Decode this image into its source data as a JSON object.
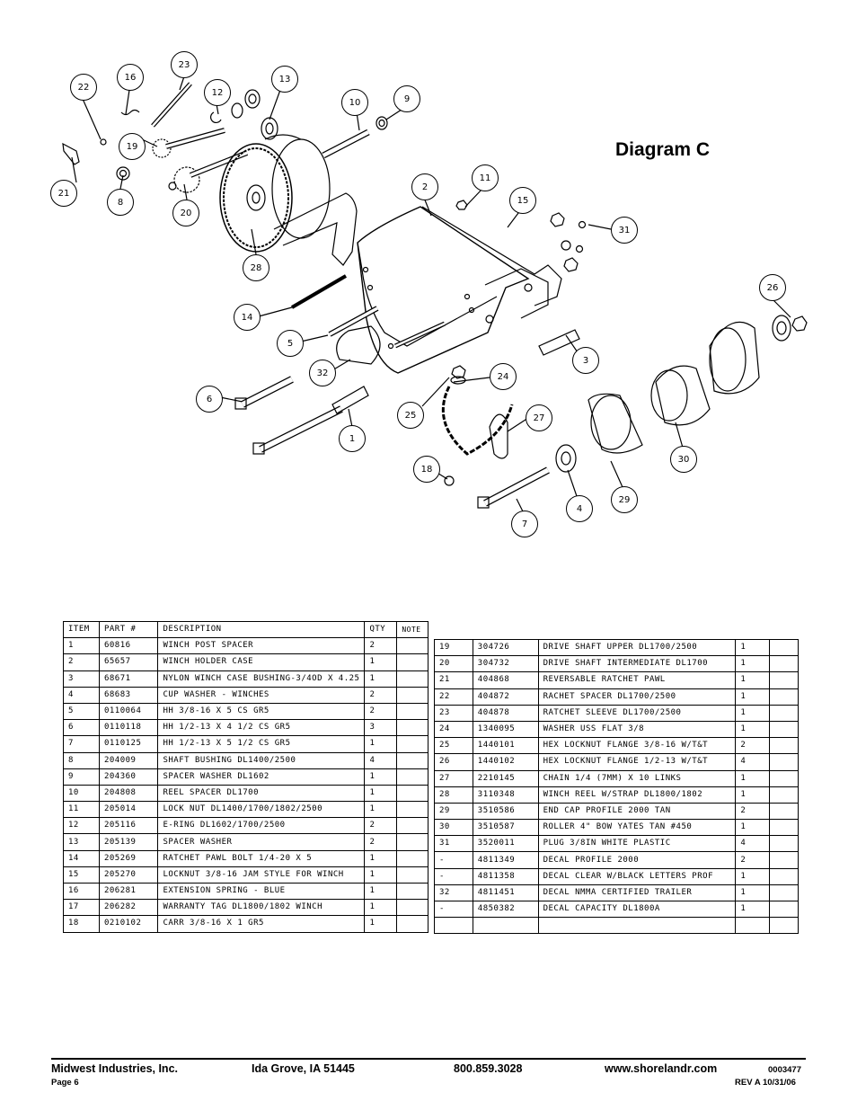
{
  "diagram": {
    "title": "Diagram C",
    "callouts": [
      "22",
      "16",
      "23",
      "12",
      "13",
      "10",
      "9",
      "19",
      "21",
      "8",
      "20",
      "28",
      "2",
      "11",
      "15",
      "31",
      "14",
      "5",
      "32",
      "6",
      "24",
      "25",
      "27",
      "1",
      "18",
      "3",
      "26",
      "30",
      "29",
      "4",
      "7"
    ]
  },
  "table_left": {
    "headers": [
      "ITEM",
      "PART #",
      "DESCRIPTION",
      "QTY",
      "NOTE"
    ],
    "rows": [
      [
        "1",
        "60816",
        "WINCH POST SPACER",
        "2",
        ""
      ],
      [
        "2",
        "65657",
        "WINCH HOLDER CASE",
        "1",
        ""
      ],
      [
        "3",
        "68671",
        "NYLON WINCH CASE BUSHING-3/4OD X 4.25",
        "1",
        ""
      ],
      [
        "4",
        "68683",
        "CUP WASHER - WINCHES",
        "2",
        ""
      ],
      [
        "5",
        "0110064",
        "HH 3/8-16 X 5 CS GR5",
        "2",
        ""
      ],
      [
        "6",
        "0110118",
        "HH 1/2-13 X 4 1/2 CS GR5",
        "3",
        ""
      ],
      [
        "7",
        "0110125",
        "HH 1/2-13 X 5 1/2 CS GR5",
        "1",
        ""
      ],
      [
        "8",
        "204009",
        "SHAFT BUSHING  DL1400/2500",
        "4",
        ""
      ],
      [
        "9",
        "204360",
        "SPACER WASHER  DL1602",
        "1",
        ""
      ],
      [
        "10",
        "204808",
        "REEL SPACER  DL1700",
        "1",
        ""
      ],
      [
        "11",
        "205014",
        "LOCK NUT  DL1400/1700/1802/2500",
        "1",
        ""
      ],
      [
        "12",
        "205116",
        "E-RING DL1602/1700/2500",
        "2",
        ""
      ],
      [
        "13",
        "205139",
        "SPACER WASHER",
        "2",
        ""
      ],
      [
        "14",
        "205269",
        "RATCHET PAWL BOLT 1/4-20 X 5",
        "1",
        ""
      ],
      [
        "15",
        "205270",
        "LOCKNUT 3/8-16 JAM STYLE FOR WINCH",
        "1",
        ""
      ],
      [
        "16",
        "206281",
        "EXTENSION SPRING - BLUE",
        "1",
        ""
      ],
      [
        "17",
        "206282",
        "WARRANTY TAG DL1800/1802 WINCH",
        "1",
        ""
      ],
      [
        "18",
        "0210102",
        "CARR 3/8-16 X 1 GR5",
        "1",
        ""
      ]
    ]
  },
  "table_right": {
    "rows": [
      [
        "19",
        "304726",
        "DRIVE SHAFT UPPER  DL1700/2500",
        "1",
        ""
      ],
      [
        "20",
        "304732",
        "DRIVE SHAFT INTERMEDIATE  DL1700",
        "1",
        ""
      ],
      [
        "21",
        "404868",
        "REVERSABLE RATCHET PAWL",
        "1",
        ""
      ],
      [
        "22",
        "404872",
        "RACHET SPACER  DL1700/2500",
        "1",
        ""
      ],
      [
        "23",
        "404878",
        "RATCHET SLEEVE  DL1700/2500",
        "1",
        ""
      ],
      [
        "24",
        "1340095",
        "WASHER USS FLAT 3/8",
        "1",
        ""
      ],
      [
        "25",
        "1440101",
        "HEX LOCKNUT FLANGE 3/8-16 W/T&T",
        "2",
        ""
      ],
      [
        "26",
        "1440102",
        "HEX LOCKNUT FLANGE 1/2-13 W/T&T",
        "4",
        ""
      ],
      [
        "27",
        "2210145",
        "CHAIN 1/4 (7MM) X 10 LINKS",
        "1",
        ""
      ],
      [
        "28",
        "3110348",
        "WINCH REEL W/STRAP  DL1800/1802",
        "1",
        ""
      ],
      [
        "29",
        "3510586",
        "END CAP PROFILE 2000 TAN",
        "2",
        ""
      ],
      [
        "30",
        "3510587",
        "ROLLER 4\" BOW YATES TAN #450",
        "1",
        ""
      ],
      [
        "31",
        "3520011",
        "PLUG  3/8IN WHITE PLASTIC",
        "4",
        ""
      ],
      [
        "-",
        "4811349",
        "DECAL PROFILE 2000",
        "2",
        ""
      ],
      [
        "-",
        "4811358",
        "DECAL CLEAR W/BLACK LETTERS PROF",
        "1",
        ""
      ],
      [
        "32",
        "4811451",
        " DECAL NMMA CERTIFIED TRAILER",
        "1",
        ""
      ],
      [
        "-",
        "4850382",
        "DECAL CAPACITY DL1800A",
        "1",
        ""
      ],
      [
        "",
        "",
        "",
        "",
        ""
      ]
    ]
  },
  "footer": {
    "company": "Midwest Industries, Inc.",
    "city": "Ida Grove, IA  51445",
    "phone": "800.859.3028",
    "website": "www.shorelandr.com",
    "doc_number": "0003477",
    "page": "Page 6",
    "revision": "REV A  10/31/06"
  }
}
